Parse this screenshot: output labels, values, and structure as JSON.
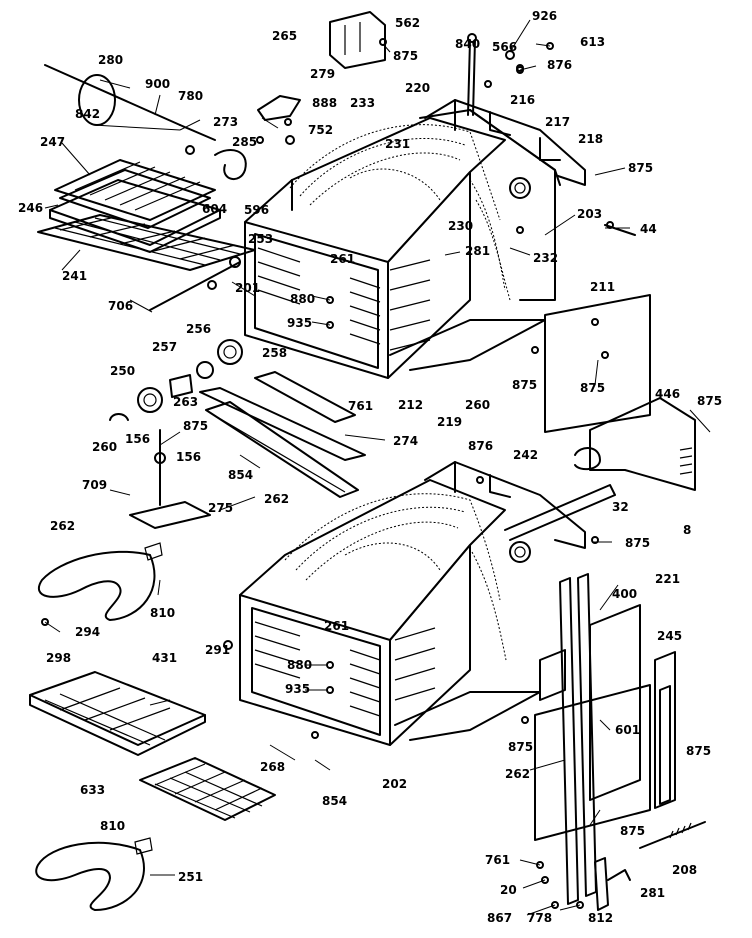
{
  "labels": {
    "l1": "265",
    "l2": "562",
    "l3": "875",
    "l4": "926",
    "l5": "613",
    "l6": "876",
    "l7": "840",
    "l8": "566",
    "l9": "280",
    "l10": "900",
    "l11": "279",
    "l12": "888",
    "l13": "233",
    "l14": "220",
    "l15": "216",
    "l16": "780",
    "l17": "752",
    "l18": "842",
    "l19": "273",
    "l20": "247",
    "l21": "285",
    "l22": "231",
    "l23": "217",
    "l24": "218",
    "l25": "875",
    "l26": "246",
    "l27": "604",
    "l28": "596",
    "l29": "230",
    "l30": "203",
    "l31": "44",
    "l32": "241",
    "l33": "253",
    "l34": "232",
    "l35": "261",
    "l36": "281",
    "l37": "211",
    "l38": "201",
    "l39": "880",
    "l40": "706",
    "l41": "935",
    "l42": "256",
    "l43": "257",
    "l44": "258",
    "l45": "875",
    "l46": "250",
    "l47": "263",
    "l48": "212",
    "l49": "260",
    "l50": "875",
    "l51": "446",
    "l52": "875",
    "l53": "260",
    "l54": "761",
    "l55": "219",
    "l56": "156",
    "l57": "875",
    "l58": "876",
    "l59": "274",
    "l60": "156",
    "l61": "242",
    "l62": "854",
    "l63": "709",
    "l64": "262",
    "l65": "32",
    "l66": "275",
    "l67": "8",
    "l68": "262",
    "l69": "875",
    "l70": "221",
    "l71": "400",
    "l72": "810",
    "l73": "294",
    "l74": "291",
    "l75": "261",
    "l76": "245",
    "l77": "298",
    "l78": "431",
    "l79": "880",
    "l80": "935",
    "l81": "601",
    "l82": "875",
    "l83": "875",
    "l84": "262",
    "l85": "633",
    "l86": "268",
    "l87": "854",
    "l88": "202",
    "l89": "875",
    "l90": "810",
    "l91": "761",
    "l92": "208",
    "l93": "251",
    "l94": "20",
    "l95": "281",
    "l96": "867",
    "l97": "778",
    "l98": "812"
  }
}
